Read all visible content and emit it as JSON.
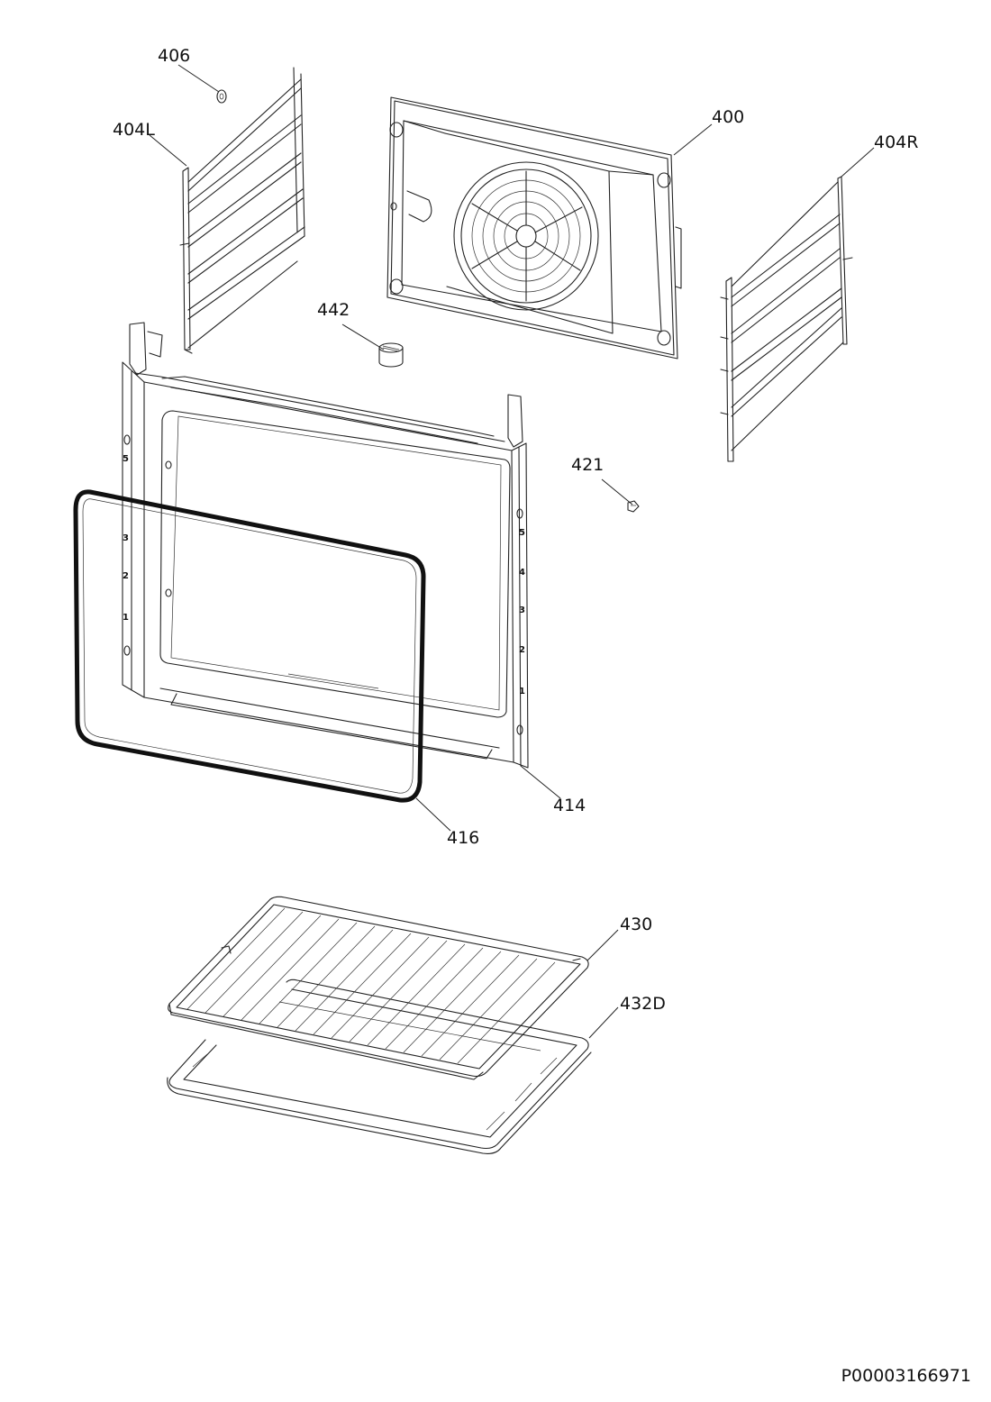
{
  "diagram": {
    "labels": {
      "p406": "406",
      "p404L": "404L",
      "p400": "400",
      "p404R": "404R",
      "p442": "442",
      "p421": "421",
      "p414": "414",
      "p416": "416",
      "p430": "430",
      "p432D": "432D"
    },
    "shelf_marks_left": [
      "5",
      "3",
      "2",
      "1"
    ],
    "shelf_marks_right": [
      "5",
      "4",
      "3",
      "2",
      "1"
    ]
  },
  "footer": {
    "doc_id": "P00003166971"
  }
}
